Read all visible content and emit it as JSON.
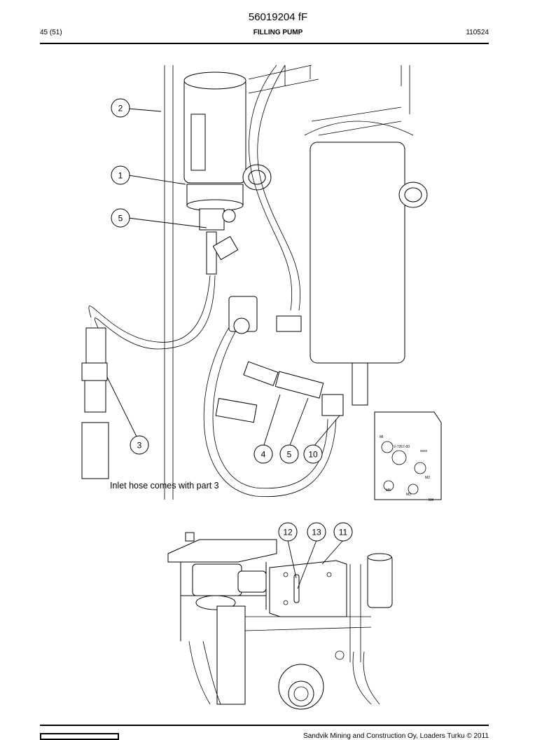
{
  "doc_number": "56019204 fF",
  "header": {
    "page": "45 (51)",
    "title": "FILLING PUMP",
    "date_code": "110524"
  },
  "figure1": {
    "callouts": [
      "2",
      "1",
      "5",
      "3",
      "4",
      "5",
      "10"
    ],
    "caption": "Inlet hose comes with part 3",
    "valve_labels": [
      "MI",
      "V-7267-00",
      "xxxx",
      "M2",
      "M5",
      "M3",
      "M4"
    ]
  },
  "figure2": {
    "callouts": [
      "12",
      "13",
      "11"
    ]
  },
  "footer": {
    "copyright": "Sandvik Mining and Construction Oy, Loaders Turku © 2011"
  }
}
